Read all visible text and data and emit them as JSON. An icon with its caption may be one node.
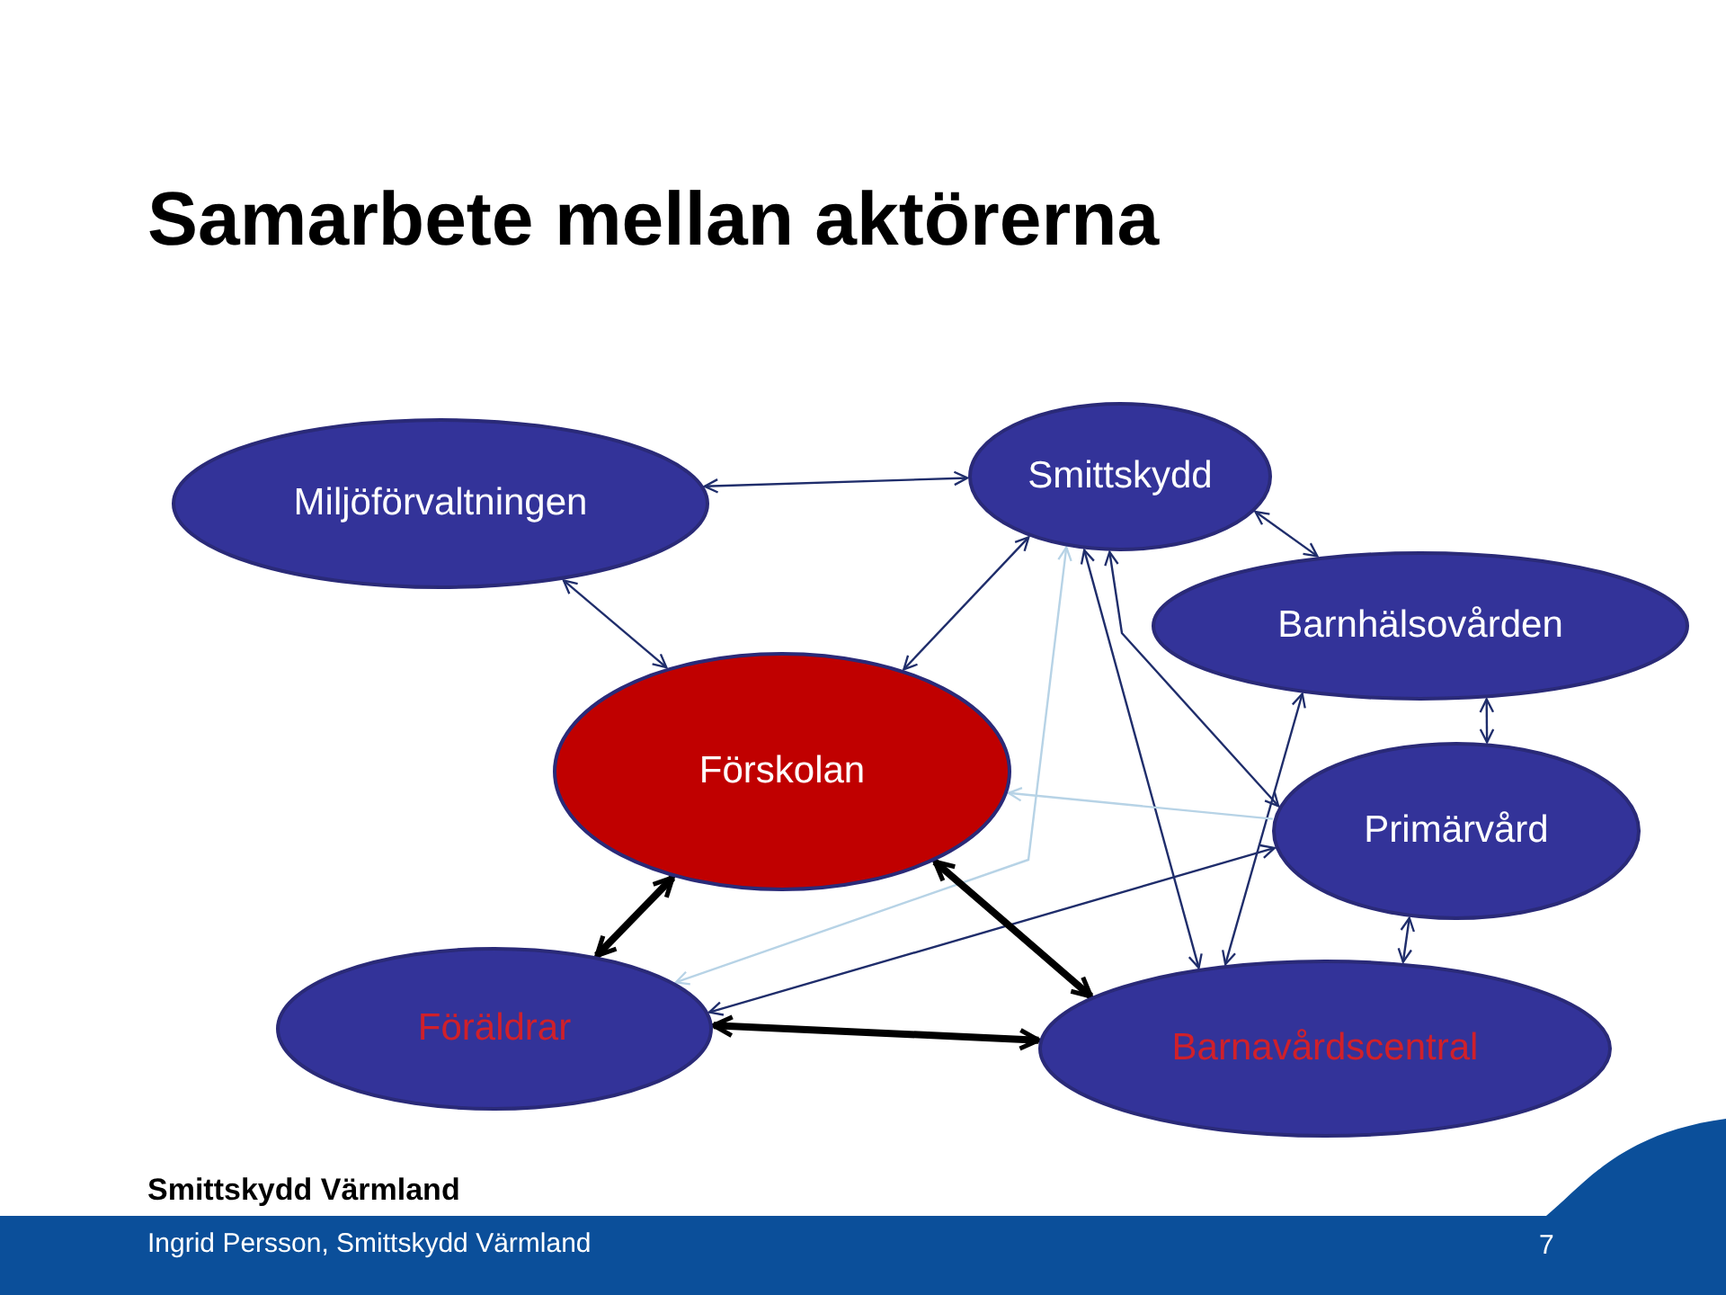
{
  "diagram": {
    "title": "Samarbete mellan aktörerna",
    "nodes": [
      {
        "text": [
          "Miljöförvaltningen"
        ]
      },
      {
        "text": [
          "Smittskydd"
        ]
      },
      {
        "text": [
          "Barnhälsovården"
        ]
      },
      {
        "text": [
          "Förskolan"
        ]
      },
      {
        "text": [
          "Primärvård"
        ]
      },
      {
        "text": [
          "Föräldrar"
        ]
      },
      {
        "text": [
          "Barnavårdscentral"
        ]
      }
    ],
    "edges": [
      {
        "from": 0,
        "to": 1,
        "arrow": "both"
      },
      {
        "from": 0,
        "to": 3,
        "arrow": "both"
      },
      {
        "from": 1,
        "to": 3,
        "arrow": "both"
      },
      {
        "from": 1,
        "to": 2,
        "arrow": "both"
      },
      {
        "from": 5,
        "to": 1,
        "arrow": "both",
        "color": "#b7d3e6"
      },
      {
        "from": 1,
        "to": 6,
        "arrow": "both"
      },
      {
        "from": 1,
        "to": 4,
        "arrow": "both"
      },
      {
        "from": 6,
        "to": 2,
        "arrow": "both"
      },
      {
        "from": 4,
        "to": 3,
        "arrow": "to",
        "color": "#b7d3e6"
      },
      {
        "from": 5,
        "to": 4,
        "arrow": "both"
      },
      {
        "from": 2,
        "to": 4,
        "arrow": "both"
      },
      {
        "from": 4,
        "to": 6,
        "arrow": "both"
      },
      {
        "from": 3,
        "to": 5,
        "arrow": "both",
        "style": "thick",
        "color": "#000000"
      },
      {
        "from": 3,
        "to": 6,
        "arrow": "both",
        "style": "thick",
        "color": "#000000"
      },
      {
        "from": 5,
        "to": 6,
        "arrow": "both",
        "style": "thick",
        "color": "#000000"
      }
    ],
    "labels": [
      "Smittskydd Värmland",
      "Ingrid Persson, Smittskydd Värmland",
      "7"
    ]
  }
}
